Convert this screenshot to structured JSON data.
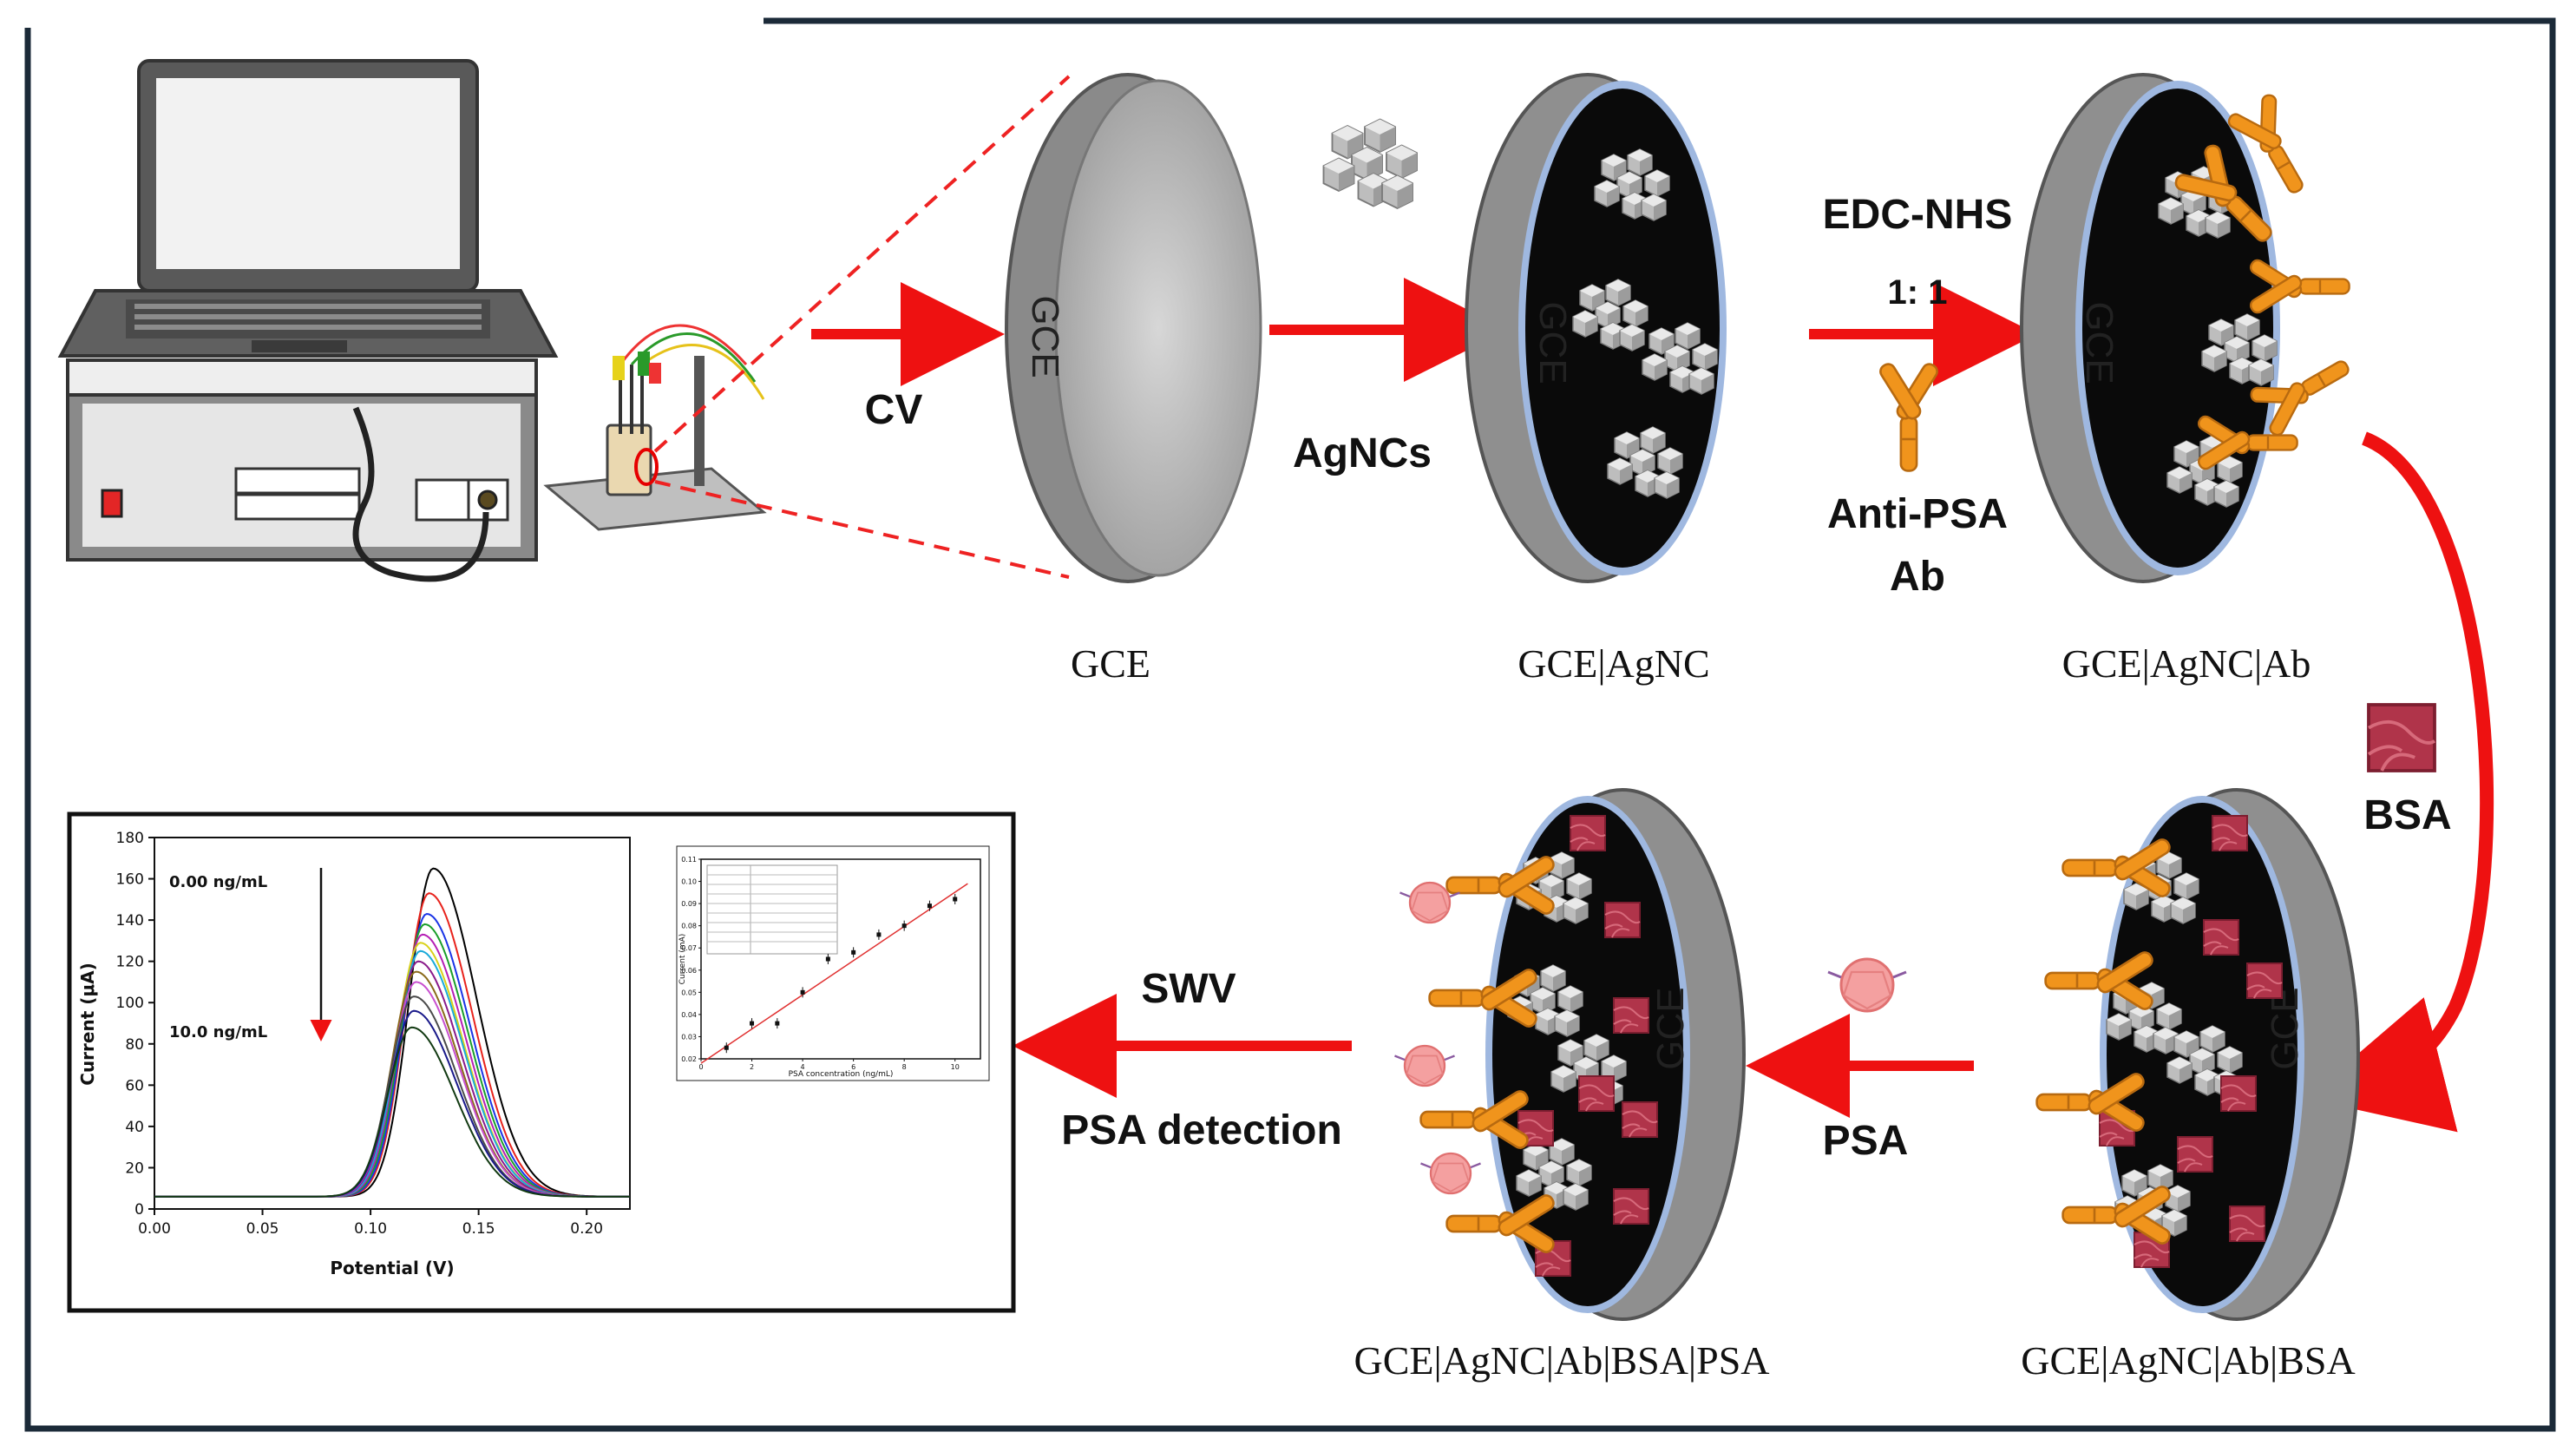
{
  "colors": {
    "arrow": "#ee1111",
    "frame": "#1b2a38",
    "antibody": "#f0941c",
    "bsa": "#b0344a",
    "electrode_gray": "#a4a4a4",
    "electrode_surface": "#0a0a0a"
  },
  "steps": {
    "cv": "CV",
    "agncs": "AgNCs",
    "edc_nhs": "EDC-NHS",
    "ratio": "1: 1",
    "anti_psa_line1": "Anti-PSA",
    "anti_psa_line2": "Ab",
    "bsa": "BSA",
    "psa": "PSA",
    "swv": "SWV",
    "psa_detection": "PSA detection"
  },
  "electrodes": {
    "face_text": "GCE",
    "e1_caption": "GCE",
    "e2_caption": "GCE|AgNC",
    "e3_caption": "GCE|AgNC|Ab",
    "e4_caption": "GCE|AgNC|Ab|BSA",
    "e5_caption": "GCE|AgNC|Ab|BSA|PSA"
  },
  "icons": {
    "computer": "laptop-workstation-icon",
    "potentiostat": "potentiostat-icon",
    "cell": "electrochemical-cell-icon",
    "nanocubes": "silver-nanocube-cluster-icon",
    "antibody": "antibody-y-icon",
    "bsa": "bsa-protein-icon",
    "psa": "psa-antigen-icon"
  },
  "chart_data": [
    {
      "type": "line",
      "xlabel": "Potential (V)",
      "ylabel": "Current (μA)",
      "xlim": [
        0.0,
        0.22
      ],
      "ylim": [
        0,
        180
      ],
      "x_ticks": [
        "0.00",
        "0.05",
        "0.10",
        "0.15",
        "0.20"
      ],
      "y_ticks": [
        "0",
        "20",
        "40",
        "60",
        "80",
        "100",
        "120",
        "140",
        "160",
        "180"
      ],
      "annotations": [
        "0.00 ng/mL",
        "10.0 ng/mL"
      ],
      "baseline": 6,
      "series": [
        {
          "color": "#000000",
          "peak_x": 0.129,
          "peak_y": 165
        },
        {
          "color": "#e8231c",
          "peak_x": 0.127,
          "peak_y": 153
        },
        {
          "color": "#1a34e6",
          "peak_x": 0.126,
          "peak_y": 143
        },
        {
          "color": "#1a9e2a",
          "peak_x": 0.125,
          "peak_y": 138
        },
        {
          "color": "#b51fb5",
          "peak_x": 0.124,
          "peak_y": 133
        },
        {
          "color": "#d9d11a",
          "peak_x": 0.123,
          "peak_y": 129
        },
        {
          "color": "#1aaad9",
          "peak_x": 0.123,
          "peak_y": 125
        },
        {
          "color": "#8a1a8a",
          "peak_x": 0.122,
          "peak_y": 120
        },
        {
          "color": "#8a6a1a",
          "peak_x": 0.121,
          "peak_y": 115
        },
        {
          "color": "#c84fd0",
          "peak_x": 0.121,
          "peak_y": 110
        },
        {
          "color": "#4a4a4a",
          "peak_x": 0.12,
          "peak_y": 103
        },
        {
          "color": "#1a1a8a",
          "peak_x": 0.12,
          "peak_y": 96
        },
        {
          "color": "#123a12",
          "peak_x": 0.119,
          "peak_y": 88
        }
      ]
    },
    {
      "type": "scatter",
      "xlabel": "PSA concentration (ng/mL)",
      "ylabel": "Current (mA)",
      "xlim": [
        0,
        11
      ],
      "ylim": [
        0.02,
        0.11
      ],
      "x_ticks": [
        "0",
        "2",
        "4",
        "6",
        "8",
        "10"
      ],
      "y_ticks": [
        "0.02",
        "0.03",
        "0.04",
        "0.05",
        "0.06",
        "0.07",
        "0.08",
        "0.09",
        "0.10",
        "0.11"
      ],
      "points": [
        {
          "x": 1,
          "y": 0.025
        },
        {
          "x": 2,
          "y": 0.036
        },
        {
          "x": 3,
          "y": 0.036
        },
        {
          "x": 4,
          "y": 0.05
        },
        {
          "x": 5,
          "y": 0.065
        },
        {
          "x": 6,
          "y": 0.068
        },
        {
          "x": 7,
          "y": 0.076
        },
        {
          "x": 8,
          "y": 0.08
        },
        {
          "x": 9,
          "y": 0.089
        },
        {
          "x": 10,
          "y": 0.092
        }
      ],
      "fit": {
        "color": "#e03030",
        "x": [
          0,
          10.5
        ],
        "y": [
          0.018,
          0.099
        ]
      }
    }
  ]
}
